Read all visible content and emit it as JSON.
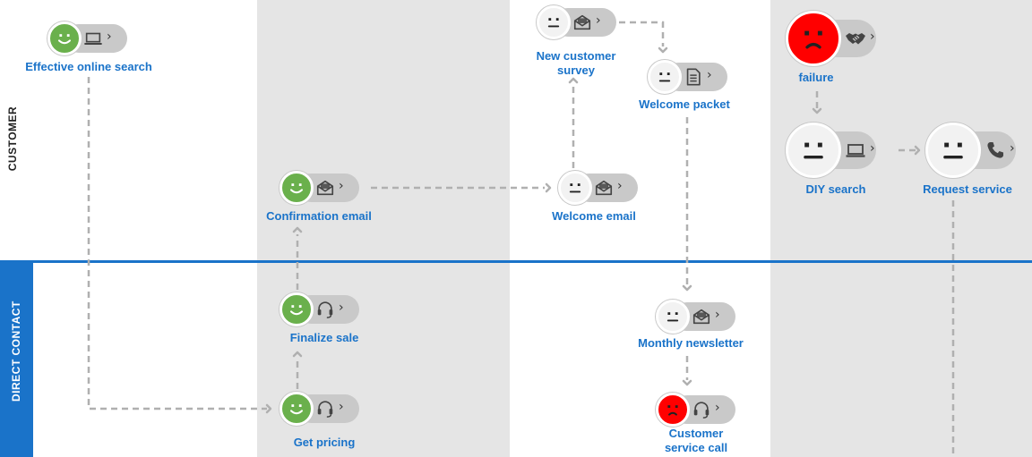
{
  "lanes": {
    "customer": "CUSTOMER",
    "direct_contact": "DIRECT CONTACT"
  },
  "colors": {
    "accent": "#1a73c9",
    "positive": "#6ab04c",
    "negative": "#ff0000",
    "neutral": "#f2f2f2",
    "band": "#e5e5e5",
    "pill": "#c9c9c9"
  },
  "nodes": {
    "effective_online_search": {
      "label": "Effective online search",
      "sentiment": "positive",
      "icon": "laptop-icon"
    },
    "confirmation_email": {
      "label": "Confirmation email",
      "sentiment": "positive",
      "icon": "envelope-icon"
    },
    "finalize_sale": {
      "label": "Finalize sale",
      "sentiment": "positive",
      "icon": "headset-icon"
    },
    "get_pricing": {
      "label": "Get pricing",
      "sentiment": "positive",
      "icon": "headset-icon"
    },
    "new_customer_survey": {
      "label_line1": "New customer",
      "label_line2": "survey",
      "sentiment": "neutral",
      "icon": "envelope-icon"
    },
    "welcome_email": {
      "label": "Welcome email",
      "sentiment": "neutral",
      "icon": "envelope-icon"
    },
    "welcome_packet": {
      "label": "Welcome packet",
      "sentiment": "neutral",
      "icon": "document-icon"
    },
    "monthly_newsletter": {
      "label": "Monthly newsletter",
      "sentiment": "neutral",
      "icon": "envelope-icon"
    },
    "customer_service_call": {
      "label_line1": "Customer",
      "label_line2": "service call",
      "sentiment": "negative",
      "icon": "headset-icon"
    },
    "failure": {
      "label": "failure",
      "sentiment": "negative",
      "icon": "handshake-icon"
    },
    "diy_search": {
      "label": "DIY search",
      "sentiment": "neutral",
      "icon": "laptop-icon"
    },
    "request_service": {
      "label": "Request service",
      "sentiment": "neutral",
      "icon": "phone-icon"
    }
  },
  "chevron": "›"
}
